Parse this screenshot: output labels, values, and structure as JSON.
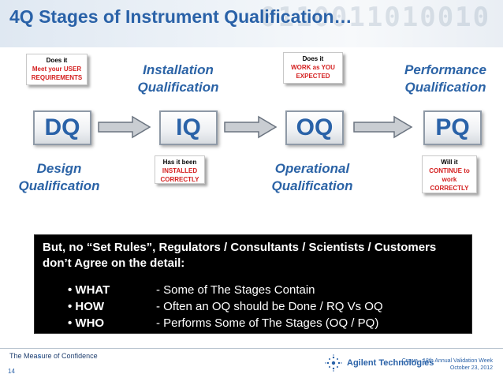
{
  "title": "4Q Stages of Instrument Qualification…",
  "binary_decoration": "0110011010010",
  "stages": [
    {
      "abbr": "DQ",
      "label_line1": "Design",
      "label_line2": "Qualification"
    },
    {
      "abbr": "IQ",
      "label_line1": "Installation",
      "label_line2": "Qualification"
    },
    {
      "abbr": "OQ",
      "label_line1": "Operational",
      "label_line2": "Qualification"
    },
    {
      "abbr": "PQ",
      "label_line1": "Performance",
      "label_line2": "Qualification"
    }
  ],
  "notes": {
    "dq": {
      "line1": "Does it",
      "line2": "Meet your USER",
      "line3": "REQUIREMENTS"
    },
    "iq": {
      "line1": "Has it been",
      "line2": "INSTALLED",
      "line3": "CORRECTLY"
    },
    "oq": {
      "line1": "Does it",
      "line2": "WORK as YOU",
      "line3": "EXPECTED"
    },
    "pq": {
      "line1": "Will it",
      "line2": "CONTINUE to",
      "line3": "work",
      "line4": "CORRECTLY"
    }
  },
  "panel": {
    "heading_line1": "But, no “Set Rules”, Regulators / Consultants / Scientists / Customers",
    "heading_line2": "don’t Agree on the detail:",
    "bullets": [
      {
        "key": "• WHAT",
        "desc": "-  Some of The Stages Contain"
      },
      {
        "key": "• HOW",
        "desc": "-  Often an OQ should be Done / RQ Vs OQ"
      },
      {
        "key": "• WHO",
        "desc": "-  Performs Some of The Stages (OQ / PQ)"
      }
    ]
  },
  "footer": {
    "tagline_prefix": "The Mea",
    "tagline_accent": "s",
    "tagline_suffix": "ure of Confidence",
    "page_number": "14",
    "brand": "Agilent Technologies",
    "event_line1": "Crowe -  18th Annual Validation Week",
    "event_line2": "October 23, 2012"
  },
  "colors": {
    "title_blue": "#2a62a8",
    "note_red": "#d42020",
    "panel_bg": "#000000"
  }
}
